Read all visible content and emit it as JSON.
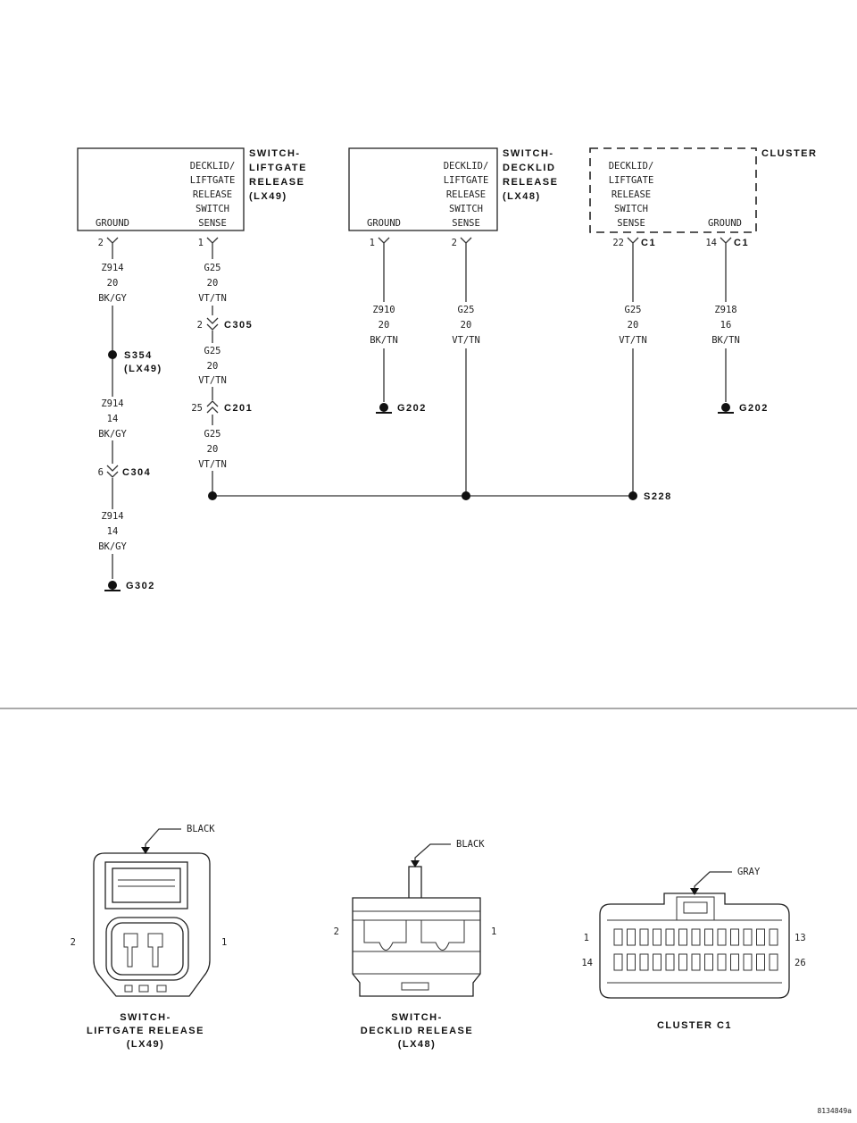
{
  "components": {
    "liftgate_switch": {
      "title": [
        "SWITCH-",
        "LIFTGATE",
        "RELEASE",
        "(LX49)"
      ],
      "pin_ground": "GROUND",
      "pin_sense": [
        "DECKLID/",
        "LIFTGATE",
        "RELEASE",
        "SWITCH",
        "SENSE"
      ]
    },
    "decklid_switch": {
      "title": [
        "SWITCH-",
        "DECKLID",
        "RELEASE",
        "(LX48)"
      ],
      "pin_ground": "GROUND",
      "pin_sense": [
        "DECKLID/",
        "LIFTGATE",
        "RELEASE",
        "SWITCH",
        "SENSE"
      ]
    },
    "cluster": {
      "title": "CLUSTER",
      "pin_sense": [
        "DECKLID/",
        "LIFTGATE",
        "RELEASE",
        "SWITCH",
        "SENSE"
      ],
      "pin_ground": "GROUND"
    }
  },
  "pins": {
    "p2": "2",
    "p1": "1",
    "d1": "1",
    "d2": "2",
    "c22": "22",
    "c14": "14",
    "conn_c1": "C1"
  },
  "wires": {
    "z914_a": [
      "Z914",
      "20",
      "BK/GY"
    ],
    "z914_b": [
      "Z914",
      "14",
      "BK/GY"
    ],
    "z914_c": [
      "Z914",
      "14",
      "BK/GY"
    ],
    "g25_a": [
      "G25",
      "20",
      "VT/TN"
    ],
    "g25_b": [
      "G25",
      "20",
      "VT/TN"
    ],
    "g25_c": [
      "G25",
      "20",
      "VT/TN"
    ],
    "z910": [
      "Z910",
      "20",
      "BK/TN"
    ],
    "g25_d": [
      "G25",
      "20",
      "VT/TN"
    ],
    "g25_e": [
      "G25",
      "20",
      "VT/TN"
    ],
    "z918": [
      "Z918",
      "16",
      "BK/TN"
    ]
  },
  "connectors": {
    "c305": {
      "pin": "2",
      "name": "C305"
    },
    "c201": {
      "pin": "25",
      "name": "C201"
    },
    "c304": {
      "pin": "6",
      "name": "C304"
    }
  },
  "splices": {
    "s354": [
      "S354",
      "(LX49)"
    ],
    "s228": "S228"
  },
  "grounds": {
    "g302": "G302",
    "g202_a": "G202",
    "g202_b": "G202"
  },
  "connector_views": {
    "liftgate": {
      "color": "BLACK",
      "pin_left": "2",
      "pin_right": "1",
      "caption": [
        "SWITCH-",
        "LIFTGATE RELEASE",
        "(LX49)"
      ]
    },
    "decklid": {
      "color": "BLACK",
      "pin_left": "2",
      "pin_right": "1",
      "caption": [
        "SWITCH-",
        "DECKLID RELEASE",
        "(LX48)"
      ]
    },
    "cluster": {
      "color": "GRAY",
      "pin_tl": "1",
      "pin_tr": "13",
      "pin_bl": "14",
      "pin_br": "26",
      "caption": "CLUSTER C1"
    }
  },
  "figure_id": "8134849a"
}
